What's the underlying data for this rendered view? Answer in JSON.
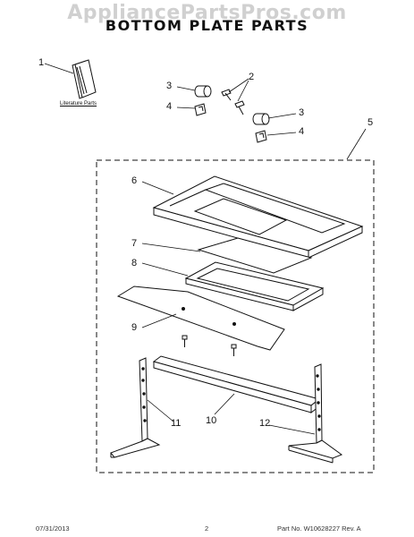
{
  "watermark": "AppliancePartsPros.com",
  "title": "BOTTOM PLATE PARTS",
  "literature_label": "Literature Parts",
  "callouts": {
    "c1": "1",
    "c2": "2",
    "c3a": "3",
    "c3b": "3",
    "c4a": "4",
    "c4b": "4",
    "c5": "5",
    "c6": "6",
    "c7": "7",
    "c8": "8",
    "c9": "9",
    "c10": "10",
    "c11": "11",
    "c12": "12"
  },
  "footer": {
    "date": "07/31/2013",
    "page": "2",
    "part_no": "Part No.  W10628227  Rev. A"
  }
}
